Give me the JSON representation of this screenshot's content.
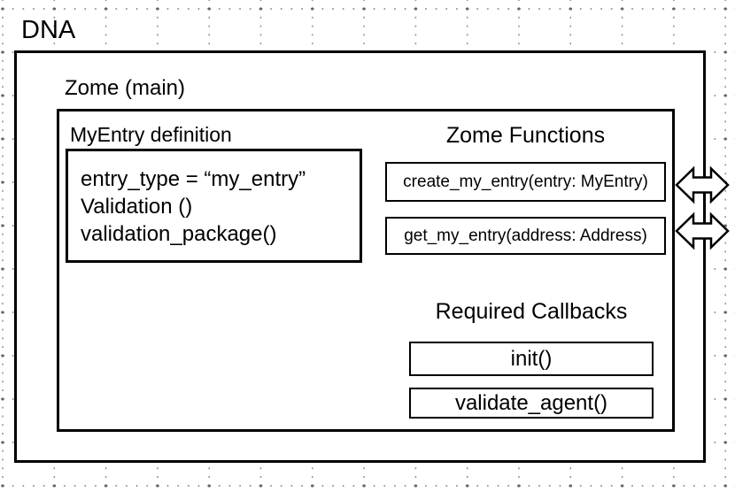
{
  "colors": {
    "line": "#000000",
    "background": "#ffffff",
    "grid_dot_minor": "#8f8f8f",
    "grid_dot_major": "#676767"
  },
  "icons": {
    "bidirectional_arrow": "⇔"
  },
  "diagram": {
    "title": "DNA",
    "zome": {
      "label": "Zome (main)",
      "entry_definition": {
        "label": "MyEntry definition",
        "lines": [
          "entry_type = “my_entry”",
          "Validation ()",
          "validation_package()"
        ]
      },
      "zome_functions": {
        "heading": "Zome Functions",
        "functions": [
          "create_my_entry(entry: MyEntry)",
          "get_my_entry(address: Address)"
        ]
      },
      "required_callbacks": {
        "heading": "Required Callbacks",
        "callbacks": [
          "init()",
          "validate_agent()"
        ]
      }
    }
  }
}
